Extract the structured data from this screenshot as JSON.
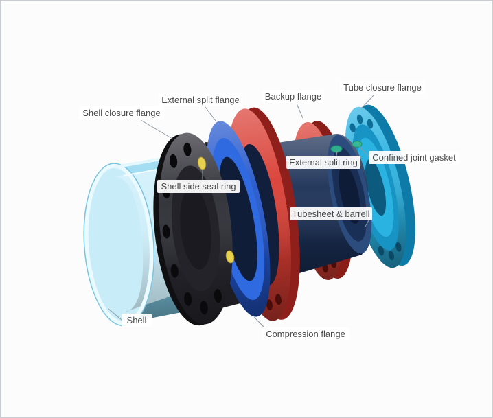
{
  "canvas": {
    "background": "#fcfcfc",
    "border_color": "#c9ccd0"
  },
  "labels": [
    {
      "id": "shell-closure-flange",
      "text": "Shell closure flange"
    },
    {
      "id": "external-split-flange",
      "text": "External split flange"
    },
    {
      "id": "backup-flange",
      "text": "Backup flange"
    },
    {
      "id": "tube-closure-flange",
      "text": "Tube closure flange"
    },
    {
      "id": "confined-joint-gasket",
      "text": "Confined joint gasket"
    },
    {
      "id": "external-split-ring",
      "text": "External split ring"
    },
    {
      "id": "shell-side-seal-ring",
      "text": "Shell side seal ring"
    },
    {
      "id": "tubesheet-barrell",
      "text": "Tubesheet & barrell"
    },
    {
      "id": "shell",
      "text": "Shell"
    },
    {
      "id": "compression-flange",
      "text": "Compression flange"
    }
  ],
  "parts": {
    "shell": {
      "color": "#85d2ee"
    },
    "shell_closure_flange": {
      "color": "#2b2b33"
    },
    "external_split_flange": {
      "color": "#2356cc"
    },
    "compression_flange": {
      "color": "#d93d33"
    },
    "backup_flange": {
      "color": "#d93d33"
    },
    "tubesheet_barrell": {
      "color": "#1a2f55"
    },
    "tube_closure_flange": {
      "color": "#2bb3e2"
    },
    "shell_side_seal_ring": {
      "color": "#e6d14e"
    },
    "external_split_ring": {
      "color": "#2fae8c"
    },
    "confined_joint_gasket": {
      "color": "#35b893"
    }
  }
}
